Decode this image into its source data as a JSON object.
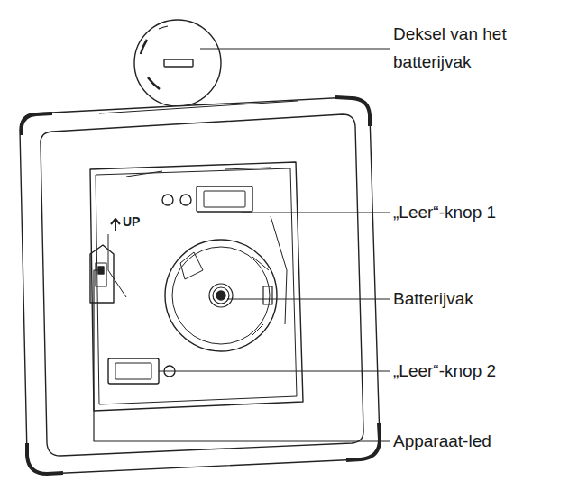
{
  "diagram": {
    "labels": [
      "Deksel van het batterijvak",
      "„Leer“-knop 1",
      "Batterijvak",
      "„Leer“-knop 2",
      "Apparaat-led",
      "UP"
    ]
  }
}
